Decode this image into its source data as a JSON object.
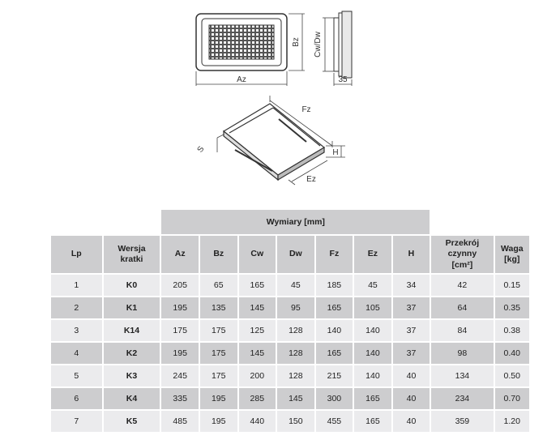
{
  "diagram": {
    "labels": {
      "az": "Az",
      "bz": "Bz",
      "cwdw": "Cw/Dw",
      "depth": "35",
      "fz": "Fz",
      "ez": "Ez",
      "h": "H",
      "s": "S"
    }
  },
  "table": {
    "group_header": "Wymiary [mm]",
    "headers": {
      "lp": "Lp",
      "wersja": "Wersja\nkratki",
      "az": "Az",
      "bz": "Bz",
      "cw": "Cw",
      "dw": "Dw",
      "fz": "Fz",
      "ez": "Ez",
      "h": "H",
      "przekroj": "Przekrój czynny\n[cm²]",
      "waga": "Waga\n[kg]"
    },
    "rows": [
      {
        "lp": "1",
        "wersja": "K0",
        "az": "205",
        "bz": "65",
        "cw": "165",
        "dw": "45",
        "fz": "185",
        "ez": "45",
        "h": "34",
        "przekroj": "42",
        "waga": "0.15"
      },
      {
        "lp": "2",
        "wersja": "K1",
        "az": "195",
        "bz": "135",
        "cw": "145",
        "dw": "95",
        "fz": "165",
        "ez": "105",
        "h": "37",
        "przekroj": "64",
        "waga": "0.35"
      },
      {
        "lp": "3",
        "wersja": "K14",
        "az": "175",
        "bz": "175",
        "cw": "125",
        "dw": "128",
        "fz": "140",
        "ez": "140",
        "h": "37",
        "przekroj": "84",
        "waga": "0.38"
      },
      {
        "lp": "4",
        "wersja": "K2",
        "az": "195",
        "bz": "175",
        "cw": "145",
        "dw": "128",
        "fz": "165",
        "ez": "140",
        "h": "37",
        "przekroj": "98",
        "waga": "0.40"
      },
      {
        "lp": "5",
        "wersja": "K3",
        "az": "245",
        "bz": "175",
        "cw": "200",
        "dw": "128",
        "fz": "215",
        "ez": "140",
        "h": "40",
        "przekroj": "134",
        "waga": "0.50"
      },
      {
        "lp": "6",
        "wersja": "K4",
        "az": "335",
        "bz": "195",
        "cw": "285",
        "dw": "145",
        "fz": "300",
        "ez": "165",
        "h": "40",
        "przekroj": "234",
        "waga": "0.70"
      },
      {
        "lp": "7",
        "wersja": "K5",
        "az": "485",
        "bz": "195",
        "cw": "440",
        "dw": "150",
        "fz": "455",
        "ez": "165",
        "h": "40",
        "przekroj": "359",
        "waga": "1.20"
      }
    ]
  }
}
